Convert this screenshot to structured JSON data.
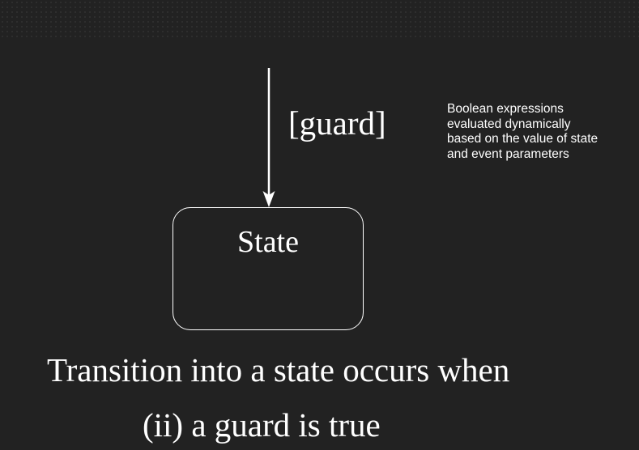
{
  "transition": {
    "guard_label": "[guard]"
  },
  "note": {
    "lines": [
      "Boolean expressions",
      "evaluated dynamically",
      "based on the value of state",
      "and event parameters"
    ]
  },
  "state": {
    "label": "State"
  },
  "caption": {
    "line1": "Transition into a state occurs when",
    "line2": "(ii) a guard is true"
  },
  "colors": {
    "background": "#222222",
    "foreground": "#ffffff"
  }
}
